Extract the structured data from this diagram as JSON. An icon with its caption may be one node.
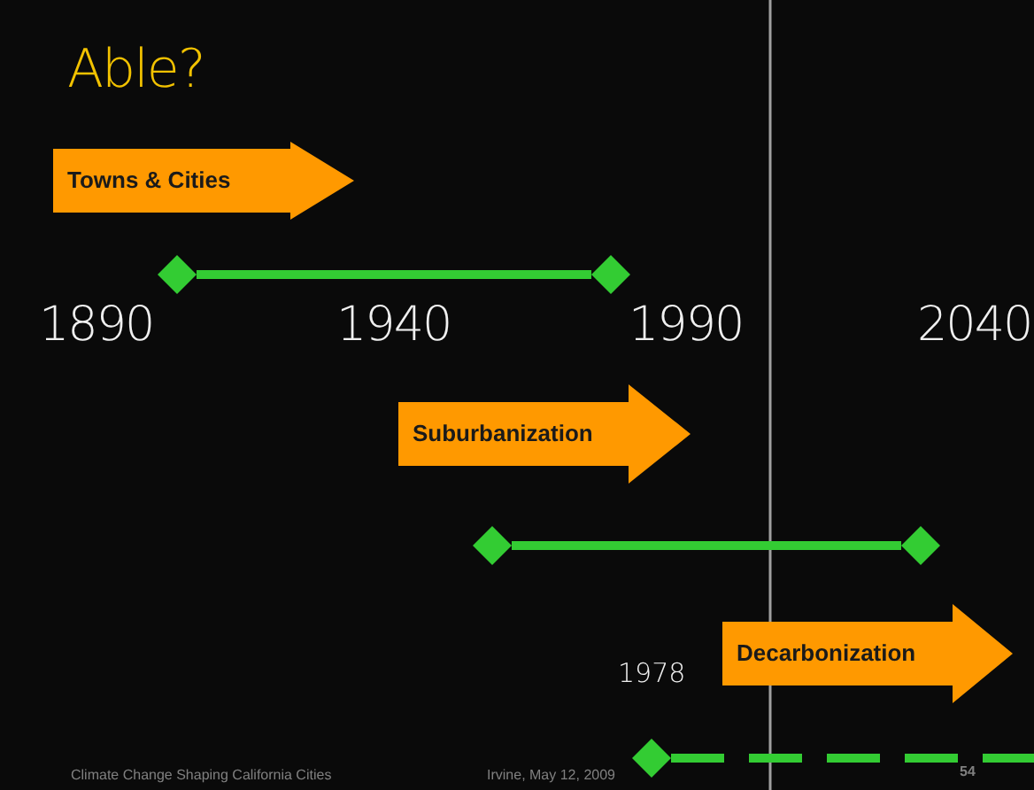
{
  "diagram": {
    "title": "Able?",
    "nodes": [
      {
        "text": [
          "Towns & Cities"
        ]
      },
      {
        "text": [],
        "shape": "diamond"
      },
      {
        "text": [],
        "shape": "diamond"
      },
      {
        "text": [
          "Suburbanization"
        ]
      },
      {
        "text": [],
        "shape": "diamond"
      },
      {
        "text": [],
        "shape": "diamond"
      },
      {
        "text": [
          "Decarbonization"
        ]
      },
      {
        "text": [],
        "shape": "diamond",
        "beside": [
          "1978"
        ]
      }
    ],
    "edges": [
      {
        "from": 1,
        "to": 2,
        "arrow": "none"
      },
      {
        "from": 4,
        "to": 5,
        "arrow": "none"
      },
      {
        "from": 7,
        "to": null,
        "arrow": "none",
        "style": "dashed"
      }
    ],
    "labels": [
      "1890",
      "1940",
      "1990",
      "2040",
      "Climate Change Shaping California Cities",
      "Irvine, May 12, 2009",
      "54"
    ]
  }
}
